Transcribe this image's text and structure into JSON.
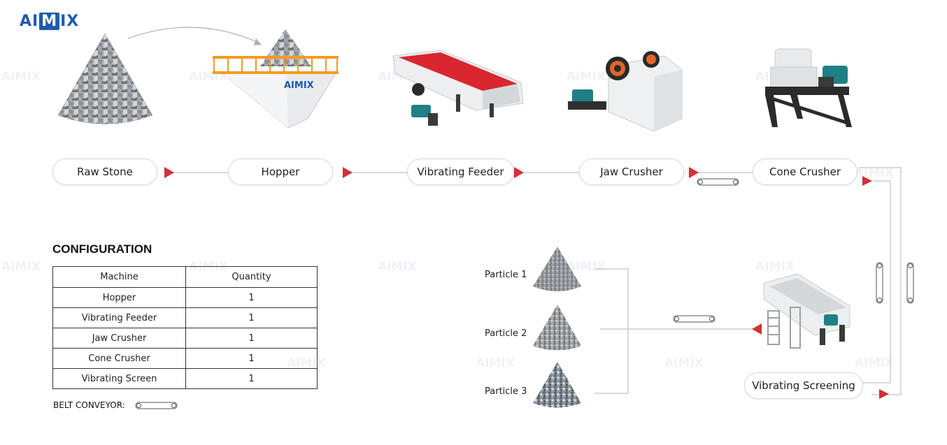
{
  "logo": {
    "text_left": "AI",
    "text_mid": "M",
    "text_right": "IX"
  },
  "watermark_text": "AIMIX",
  "flow": {
    "raw_stone": "Raw Stone",
    "hopper": "Hopper",
    "vibrating_feeder": "Vibrating Feeder",
    "jaw_crusher": "Jaw Crusher",
    "cone_crusher": "Cone Crusher",
    "vibrating_screening": "Vibrating Screening"
  },
  "hopper_brand": "AIMIX",
  "particles": [
    "Particle 1",
    "Particle 2",
    "Particle 3"
  ],
  "configuration": {
    "title": "CONFIGURATION",
    "headers": {
      "machine": "Machine",
      "quantity": "Quantity"
    },
    "rows": [
      {
        "machine": "Hopper",
        "quantity": "1"
      },
      {
        "machine": "Vibrating Feeder",
        "quantity": "1"
      },
      {
        "machine": "Jaw Crusher",
        "quantity": "1"
      },
      {
        "machine": "Cone Crusher",
        "quantity": "1"
      },
      {
        "machine": "Vibrating Screen",
        "quantity": "1"
      }
    ]
  },
  "legend": {
    "belt_conveyor": "BELT CONVEYOR:"
  },
  "colors": {
    "arrow": "#d62f36",
    "brand": "#1e5bb0",
    "machine_teal": "#1f7f86",
    "feeder_red": "#d9262e",
    "hopper_orange": "#f39c1f"
  }
}
